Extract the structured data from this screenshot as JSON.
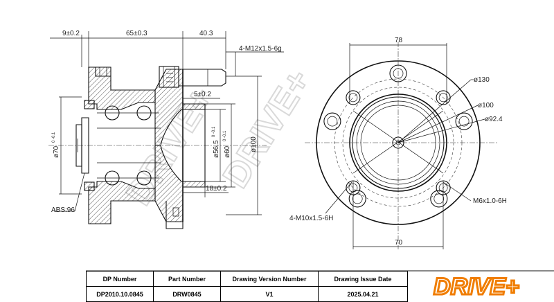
{
  "dimensions": {
    "d9": "9±0.2",
    "d65": "65±0.3",
    "d40": "40.3",
    "thread_stud": "4-M12x1.5-6g",
    "d5": "5±0.2",
    "d18": "18±0.2",
    "dia70": "ø70",
    "dia70_tol": "0 -0.1",
    "dia56": "ø56.5",
    "dia56_tol": "0 -0.1",
    "dia60": "ø60",
    "dia60_tol": "0 -0.1",
    "dia100v": "ø100",
    "abs": "ABS:96",
    "w78": "78",
    "w70": "70",
    "dia130": "ø130",
    "dia100": "ø100",
    "dia92": "ø92.4",
    "m10": "4-M10x1.5-6H",
    "m6": "M6x1.0-6H"
  },
  "watermark": "DRIVE+",
  "title_block": {
    "headers": [
      "DP Number",
      "Part Number",
      "Drawing Version Number",
      "Drawing Issue Date"
    ],
    "values": [
      "DP2010.10.0845",
      "DRW0845",
      "V1",
      "2025.04.21"
    ]
  },
  "logo": {
    "text": "DRIVE+",
    "color": "#f07d00"
  }
}
